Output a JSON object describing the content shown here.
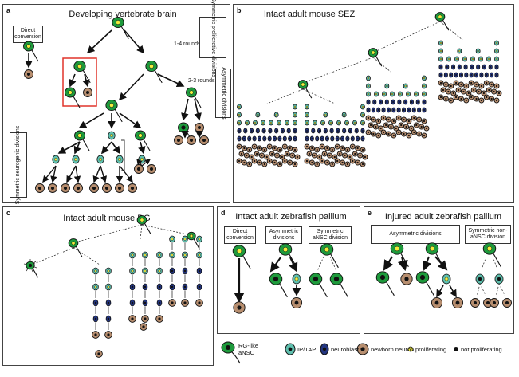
{
  "panels": {
    "a": {
      "letter": "a",
      "title": "Developing vertebrate brain",
      "direct": "Direct conversion",
      "rounds1": "1-4 rounds",
      "rounds2": "2-3 rounds",
      "sym_prolif": "Symmetric proliferative divisions",
      "asym": "Asymmetric divisions",
      "sym_neuro": "Symmetric neurogenic divisions"
    },
    "b": {
      "letter": "b",
      "title": "Intact adult mouse SEZ"
    },
    "c": {
      "letter": "c",
      "title": "Intact adult mouse DG"
    },
    "d": {
      "letter": "d",
      "title": "Intact adult zebrafish pallium",
      "box1": "Direct conversion",
      "box2": "Asymmetric divisions",
      "box3": "Symmetric aNSC division"
    },
    "e": {
      "letter": "e",
      "title": "Injured adult zebrafish pallium",
      "box1": "Asymmetric divisions",
      "box2": "Symmetric non-aNSC division"
    }
  },
  "legend": {
    "rg": "RG-like aNSC",
    "iptap": "IP/TAP",
    "nb": "neuroblast",
    "nn": "newborn neuron",
    "prol": "proliferating",
    "notprol": "not proliferating"
  },
  "colors": {
    "rg": "#1e9a3c",
    "tap": "#5fbfae",
    "nb": "#23357f",
    "neuron": "#b78e6f",
    "prolif_nucleus": "#f2ec3c",
    "border": "#444",
    "highlight": "#e0342a"
  }
}
